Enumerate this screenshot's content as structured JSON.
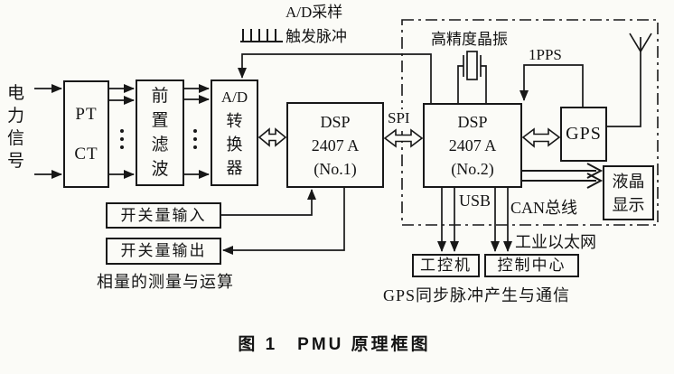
{
  "figure": {
    "caption": "图 1　PMU 原理框图"
  },
  "colors": {
    "line": "#181818",
    "background": "#fbfbf7"
  },
  "boxes": {
    "pt_ct": {
      "lines": [
        "PT",
        "CT"
      ]
    },
    "pre_filter": {
      "chars": [
        "前",
        "置",
        "滤",
        "波"
      ]
    },
    "adc": {
      "lines": [
        "A/D",
        "转",
        "换",
        "器"
      ]
    },
    "dsp1": {
      "lines": [
        "DSP",
        "2407 A",
        "(No.1)"
      ]
    },
    "dsp2": {
      "lines": [
        "DSP",
        "2407 A",
        "(No.2)"
      ]
    },
    "gps": {
      "label": "GPS"
    },
    "lcd": {
      "lines": [
        "液晶",
        "显示"
      ]
    },
    "switch_input": {
      "label": "开关量输入"
    },
    "switch_output": {
      "label": "开关量输出"
    },
    "ipc": {
      "label": "工控机"
    },
    "control_center": {
      "label": "控制中心"
    }
  },
  "labels": {
    "power_signal": {
      "chars": [
        "电",
        "力",
        "信",
        "号"
      ]
    },
    "ad_trigger": {
      "line1": "A/D采样",
      "line2": "触发脉冲"
    },
    "spi": "SPI",
    "crystal": "高精度晶振",
    "pps": "1PPS",
    "usb": "USB",
    "can_bus": "CAN总线",
    "industrial_ethernet": "工业以太网",
    "phasor_section": "相量的测量与运算",
    "gps_section": "GPS同步脉冲产生与通信"
  },
  "icons": {
    "pulse_train": "pulse-train-icon",
    "crystal_oscillator": "crystal-oscillator-icon",
    "antenna": "antenna-icon"
  }
}
